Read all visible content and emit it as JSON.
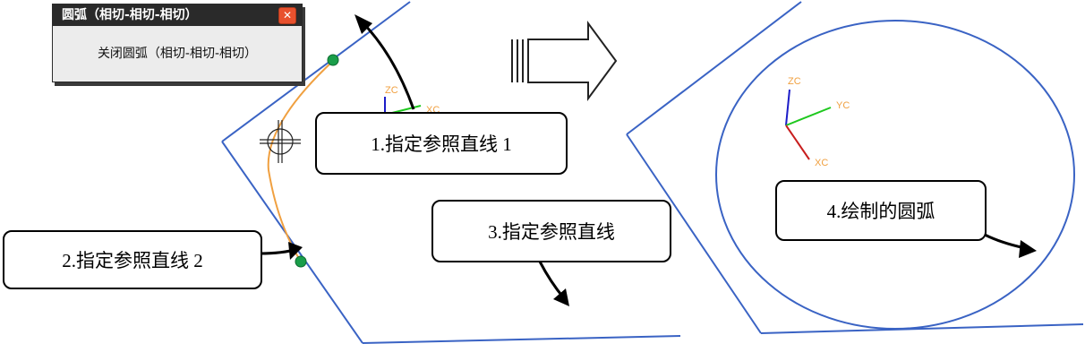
{
  "dialog": {
    "title": "圆弧（相切-相切-相切）",
    "close_glyph": "✕",
    "menu_item": "关闭圆弧（相切-相切-相切）"
  },
  "callouts": {
    "step1": "1.指定参照直线 1",
    "step2": "2.指定参照直线 2",
    "step3": "3.指定参照直线",
    "step4": "4.绘制的圆弧"
  },
  "axes": {
    "zc": "ZC",
    "yc": "YC",
    "xc": "XC"
  },
  "colors": {
    "line": "#3a63c4",
    "arc": "#f0a040",
    "point": "#1a9e4a",
    "axis_z": "#1c1cc8",
    "axis_y": "#1ec81e",
    "axis_x": "#c81e1e",
    "dialog_title_bg": "#2a2a2a"
  },
  "icons": [
    "close-icon",
    "crosshair-cursor-icon",
    "right-arrow-icon"
  ]
}
